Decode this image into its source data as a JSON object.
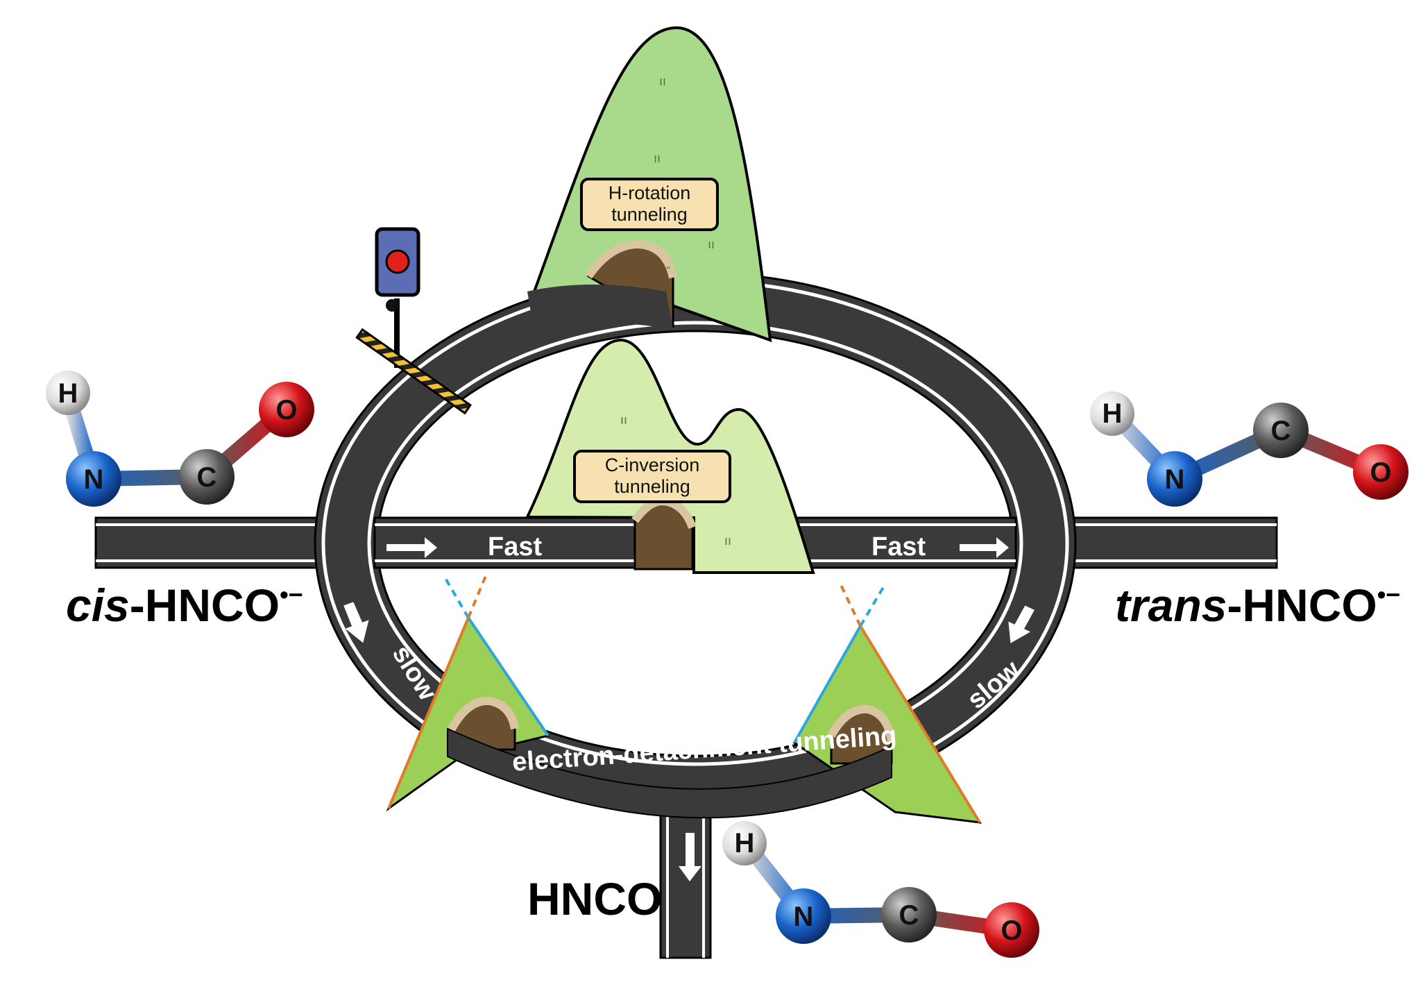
{
  "labels": {
    "cis_prefix": "cis",
    "cis_suffix": "-HNCO",
    "trans_prefix": "trans",
    "trans_suffix": "-HNCO",
    "radical_anion": "•−",
    "product": "HNCO"
  },
  "tunnels": {
    "h_rotation": [
      "H-rotation",
      "tunneling"
    ],
    "c_inversion": [
      "C-inversion",
      "tunneling"
    ],
    "electron_detachment": "electron-detachment tunneling"
  },
  "road": {
    "fast_left": "Fast",
    "fast_right": "Fast",
    "slow_left": "slow",
    "slow_right": "slow"
  },
  "atoms": {
    "hydrogen": "H",
    "nitrogen": "N",
    "carbon": "C",
    "oxygen": "O"
  },
  "colors": {
    "road": "#3a3a3a",
    "road_edge": "#ffffff",
    "hill_dark": "#a9d98a",
    "hill_light": "#d6ecac",
    "hill_small": "#9ccf55",
    "label_box": "#f7e1b0",
    "nitrogen": "#1f6fd1",
    "carbon": "#555555",
    "oxygen": "#d11a1a",
    "hydrogen": "#e8e8e8",
    "signal_box": "#5b6db5",
    "signal_light": "#e0211a"
  }
}
